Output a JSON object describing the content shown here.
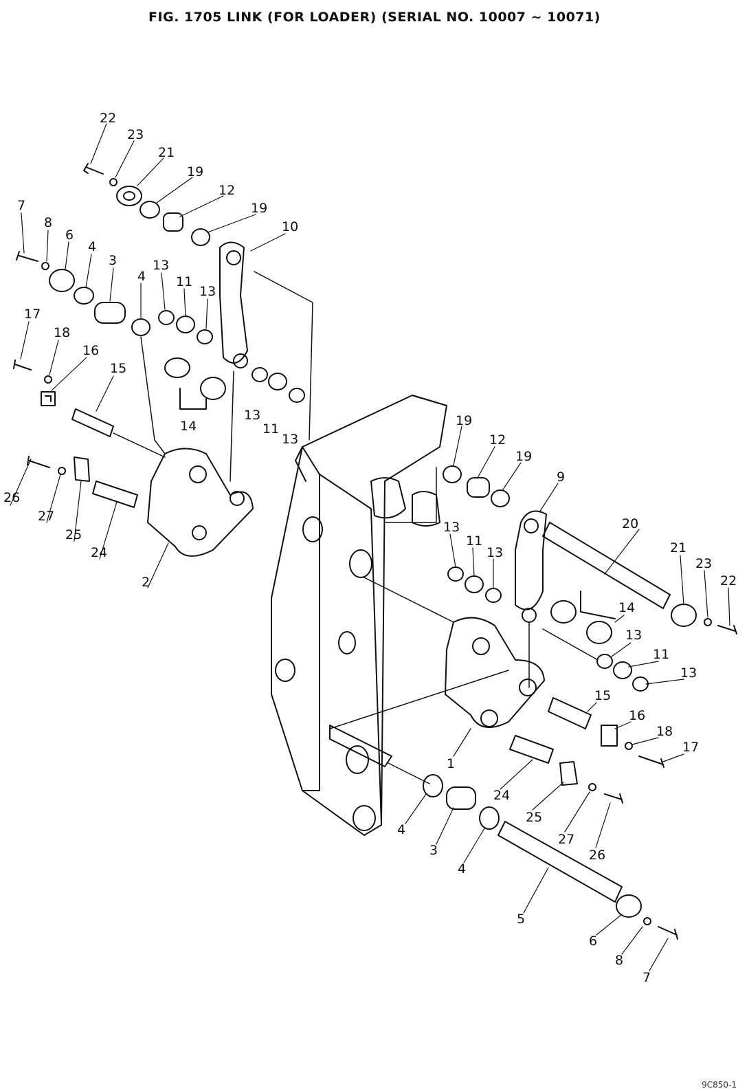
{
  "title": "FIG. 1705   LINK (FOR LOADER) (SERIAL NO. 10007 ~ 10071)",
  "corner_code": "9C850-1",
  "callouts": {
    "c22a": "22",
    "c23a": "23",
    "c21a": "21",
    "c19a": "19",
    "c12a": "12",
    "c19b": "19",
    "c10": "10",
    "c7a": "7",
    "c8a": "8",
    "c6a": "6",
    "c4a": "4",
    "c3a": "3",
    "c4b": "4",
    "c13a": "13",
    "c11a": "11",
    "c13b": "13",
    "c17a": "17",
    "c18a": "18",
    "c16a": "16",
    "c15a": "15",
    "c14a": "14",
    "c13c": "13",
    "c11b": "11",
    "c13d": "13",
    "c26a": "26",
    "c27a": "27",
    "c25a": "25",
    "c24a": "24",
    "c2": "2",
    "c19c": "19",
    "c12b": "12",
    "c19d": "19",
    "c9": "9",
    "c20": "20",
    "c13e": "13",
    "c11c": "11",
    "c13f": "13",
    "c21b": "21",
    "c23b": "23",
    "c22b": "22",
    "c14b": "14",
    "c13g": "13",
    "c11d": "11",
    "c13h": "13",
    "c15b": "15",
    "c16b": "16",
    "c18b": "18",
    "c17b": "17",
    "c1": "1",
    "c24b": "24",
    "c25b": "25",
    "c27b": "27",
    "c26b": "26",
    "c4c": "4",
    "c3b": "3",
    "c4d": "4",
    "c5": "5",
    "c6b": "6",
    "c8b": "8",
    "c7b": "7"
  }
}
